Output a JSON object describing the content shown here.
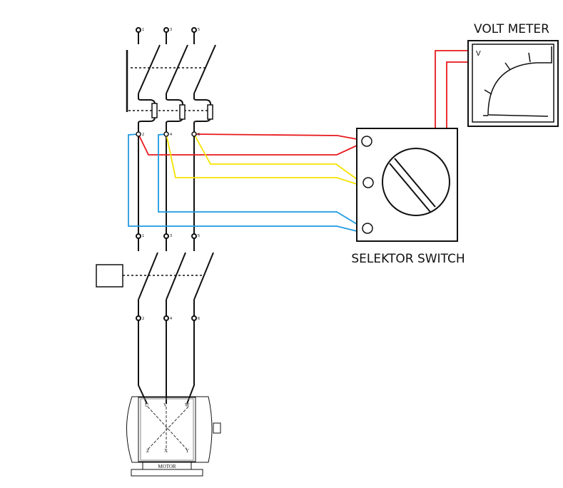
{
  "labels": {
    "voltmeter_title": "VOLT METER",
    "voltmeter_unit": "V",
    "selector_title": "SELEKTOR SWITCH",
    "motor_label": "MOTOR"
  },
  "terminals": {
    "supply": [
      "1",
      "3",
      "5"
    ],
    "breaker_out": [
      "2",
      "4",
      "6"
    ],
    "contactor_in": [
      "1",
      "3",
      "5"
    ],
    "contactor_out": [
      "2",
      "4",
      "6"
    ]
  },
  "motor_terminals": {
    "top": [
      "U",
      "V",
      "W"
    ],
    "bottom": [
      "Z",
      "X",
      "Y"
    ]
  },
  "colors": {
    "red_wire": "#e8191d",
    "yellow_wire": "#f5e300",
    "blue_wire": "#1e9be0",
    "line": "#111111"
  }
}
